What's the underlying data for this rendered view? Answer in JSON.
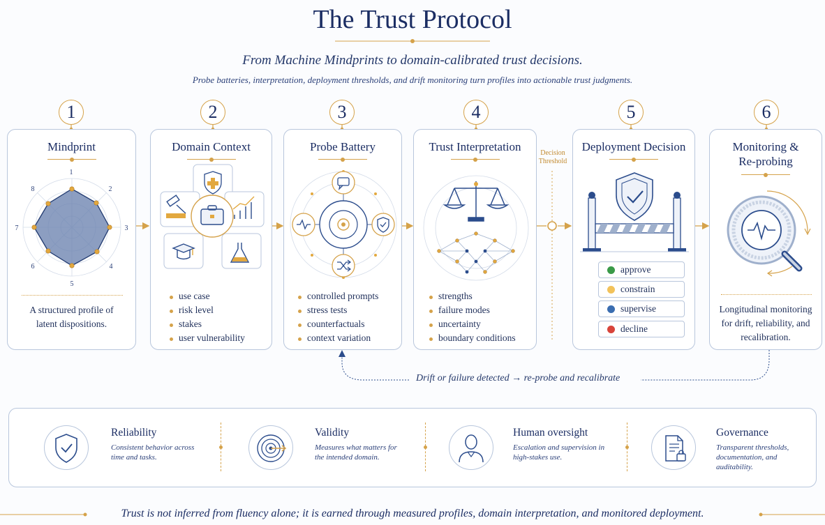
{
  "header": {
    "title": "The Trust Protocol",
    "subtitle": "From Machine Mindprints to domain-calibrated trust decisions.",
    "tagline": "Probe batteries, interpretation, deployment thresholds, and drift monitoring turn profiles into actionable trust judgments."
  },
  "steps": [
    {
      "number": "1",
      "title": "Mindprint",
      "description": "A structured profile of latent dispositions.",
      "radar_labels": [
        "1",
        "2",
        "3",
        "4",
        "5",
        "6",
        "7",
        "8"
      ]
    },
    {
      "number": "2",
      "title": "Domain Context",
      "bullets": [
        "use case",
        "risk level",
        "stakes",
        "user vulnerability"
      ]
    },
    {
      "number": "3",
      "title": "Probe Battery",
      "bullets": [
        "controlled prompts",
        "stress tests",
        "counterfactuals",
        "context variation"
      ]
    },
    {
      "number": "4",
      "title": "Trust Interpretation",
      "bullets": [
        "strengths",
        "failure modes",
        "uncertainty",
        "boundary conditions"
      ]
    },
    {
      "number": "5",
      "title": "Deployment Decision",
      "decisions": [
        {
          "label": "approve",
          "color": "#3a9a48"
        },
        {
          "label": "constrain",
          "color": "#f2c25a"
        },
        {
          "label": "supervise",
          "color": "#3a6db0"
        },
        {
          "label": "decline",
          "color": "#d8443a"
        }
      ]
    },
    {
      "number": "6",
      "title_line1": "Monitoring &",
      "title_line2": "Re-probing",
      "description": "Longitudinal monitoring for drift, reliability, and recalibration."
    }
  ],
  "threshold": {
    "line1": "Decision",
    "line2": "Threshold"
  },
  "feedback": "Drift or failure detected → re-probe and recalibrate",
  "principles": [
    {
      "title": "Reliability",
      "description": "Consistent behavior across time and tasks.",
      "icon": "shield-check-icon"
    },
    {
      "title": "Validity",
      "description": "Measures what matters for the intended domain.",
      "icon": "target-icon"
    },
    {
      "title": "Human oversight",
      "description": "Escalation and supervision in high-stakes use.",
      "icon": "person-icon"
    },
    {
      "title": "Governance",
      "description": "Transparent thresholds, documentation, and auditability.",
      "icon": "document-lock-icon"
    }
  ],
  "footer": "Trust is not inferred from fluency alone; it is earned through measured profiles, domain interpretation, and monitored deployment.",
  "colors": {
    "navy": "#1b2d63",
    "gold": "#d5a24a",
    "border": "#b8c6dc",
    "line": "#c9d3e3"
  }
}
